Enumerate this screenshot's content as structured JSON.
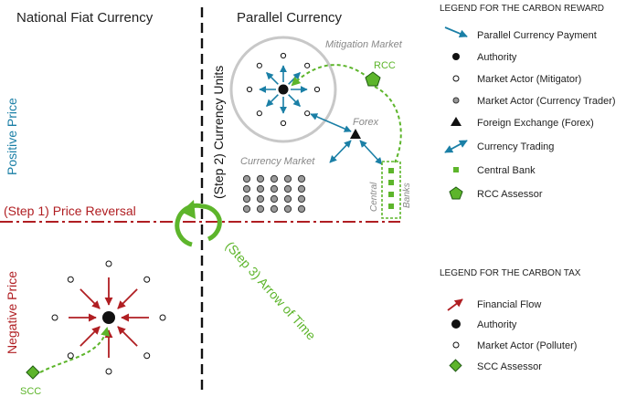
{
  "quadrants": {
    "national_fiat": "National Fiat Currency",
    "parallel": "Parallel Currency",
    "positive_price": "Positive Price",
    "negative_price": "Negative Price"
  },
  "steps": {
    "step1": "(Step 1) Price Reversal",
    "step2": "(Step 2) Currency Units",
    "step3": "(Step 3) Arrow of Time"
  },
  "labels": {
    "mitigation_market": "Mitigation Market",
    "currency_market": "Currency Market",
    "forex": "Forex",
    "central": "Central",
    "banks": "Banks",
    "rcc": "RCC",
    "scc": "SCC"
  },
  "legend_reward": {
    "title": "LEGEND FOR THE CARBON REWARD",
    "items": [
      "Parallel Currency Payment",
      "Authority",
      "Market Actor (Mitigator)",
      "Market Actor (Currency Trader)",
      "Foreign Exchange (Forex)",
      "Currency Trading",
      "Central Bank",
      "RCC Assessor"
    ]
  },
  "legend_tax": {
    "title": "LEGEND FOR THE CARBON TAX",
    "items": [
      "Financial Flow",
      "Authority",
      "Market Actor (Polluter)",
      "SCC Assessor"
    ]
  },
  "colors": {
    "blue": "#1a7fa6",
    "red": "#b01e22",
    "green": "#5db52b",
    "gray": "#9a9a9a",
    "dark_green": "#2a7a1a"
  }
}
